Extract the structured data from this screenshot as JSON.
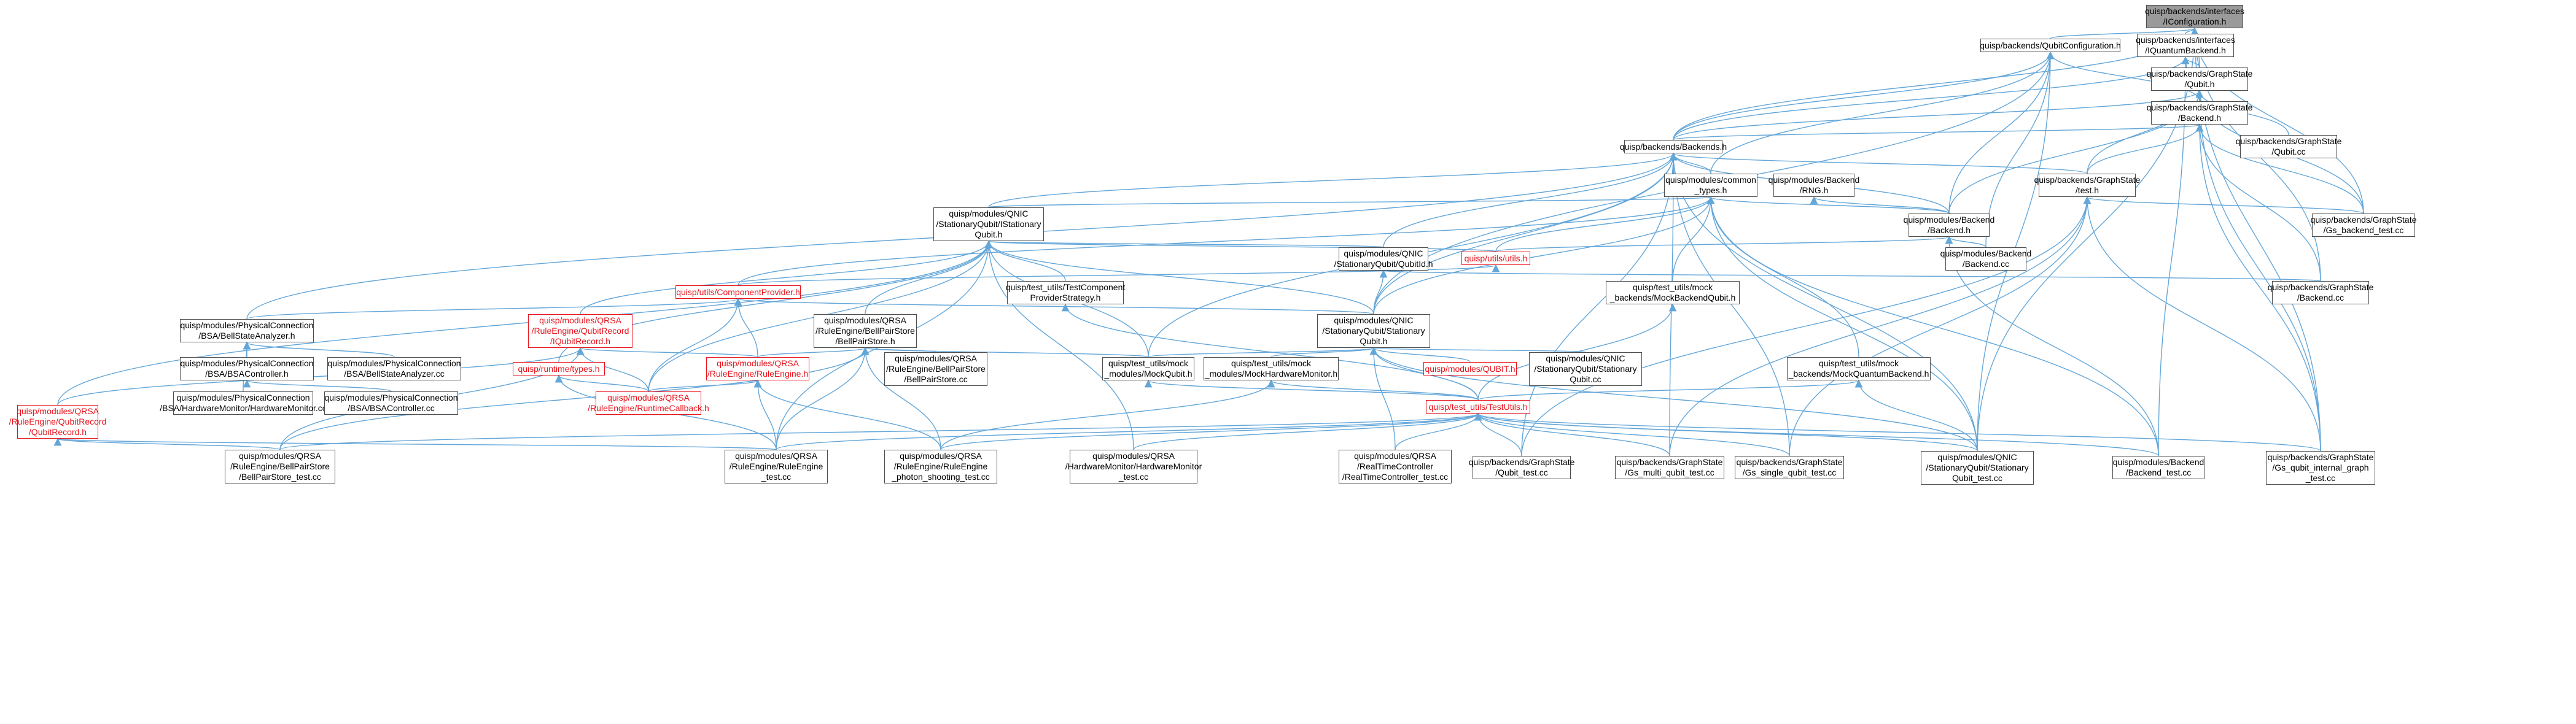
{
  "colors": {
    "edge": "#63a6d8",
    "border": "#4d4d4d",
    "root_fill": "#9a9a9a",
    "red": "#e8121b",
    "background": "#ffffff"
  },
  "nodes": {
    "iconfig": "quisp/backends/interfaces\n/IConfiguration.h",
    "qubitconfig": "quisp/backends/QubitConfiguration.h",
    "iquantum": "quisp/backends/interfaces\n/IQuantumBackend.h",
    "gsqubit_h": "quisp/backends/GraphState\n/Qubit.h",
    "gsbackend_h": "quisp/backends/GraphState\n/Backend.h",
    "backends_h": "quisp/backends/Backends.h",
    "gsqubit_cc": "quisp/backends/GraphState\n/Qubit.cc",
    "common_types": "quisp/modules/common\n_types.h",
    "rng": "quisp/modules/Backend\n/RNG.h",
    "gstest_h": "quisp/backends/GraphState\n/test.h",
    "sqsq": "quisp/modules/QNIC\n/StationaryQubit/IStationary\nQubit.h",
    "mod_backend_h": "quisp/modules/Backend\n/Backend.h",
    "gs_backend_test": "quisp/backends/GraphState\n/Gs_backend_test.cc",
    "qnic_qubitid": "quisp/modules/QNIC\n/StationaryQubit/QubitId.h",
    "utils_h": "quisp/utils/utils.h",
    "mod_backend_cc": "quisp/modules/Backend\n/Backend.cc",
    "tu_cps": "quisp/test_utils/TestComponent\nProviderStrategy.h",
    "component_provider": "quisp/utils/ComponentProvider.h",
    "mock_backend_qubit": "quisp/test_utils/mock\n_backends/MockBackendQubit.h",
    "gsbackend_cc": "quisp/backends/GraphState\n/Backend.cc",
    "bsa_analyzer_h": "quisp/modules/PhysicalConnection\n/BSA/BellStateAnalyzer.h",
    "iqubitrecord": "quisp/modules/QRSA\n/RuleEngine/QubitRecord\n/IQubitRecord.h",
    "bellpair_h": "quisp/modules/QRSA\n/RuleEngine/BellPairStore\n/BellPairStore.h",
    "stationary_qubit_h": "quisp/modules/QNIC\n/StationaryQubit/Stationary\nQubit.h",
    "bsa_controller_h": "quisp/modules/PhysicalConnection\n/BSA/BSAController.h",
    "bsa_analyzer_cc": "quisp/modules/PhysicalConnection\n/BSA/BellStateAnalyzer.cc",
    "runtime_types": "quisp/runtime/types.h",
    "rule_engine_h": "quisp/modules/QRSA\n/RuleEngine/RuleEngine.h",
    "bellpair_cc": "quisp/modules/QRSA\n/RuleEngine/BellPairStore\n/BellPairStore.cc",
    "mock_qubit": "quisp/test_utils/mock\n_modules/MockQubit.h",
    "mock_hwmon": "quisp/test_utils/mock\n_modules/MockHardwareMonitor.h",
    "qubit_mod": "quisp/modules/QUBIT.h",
    "sq_cc": "quisp/modules/QNIC\n/StationaryQubit/Stationary\nQubit.cc",
    "mock_quantum_backend": "quisp/test_utils/mock\n_backends/MockQuantumBackend.h",
    "hwmon_cc": "quisp/modules/PhysicalConnection\n/BSA/HardwareMonitor/HardwareMonitor.cc",
    "bsa_controller_cc": "quisp/modules/PhysicalConnection\n/BSA/BSAController.cc",
    "runtime_callback": "quisp/modules/QRSA\n/RuleEngine/RuntimeCallback.h",
    "test_utils": "quisp/test_utils/TestUtils.h",
    "qubitrecord_h": "quisp/modules/QRSA\n/RuleEngine/QubitRecord\n/QubitRecord.h",
    "bellpair_test": "quisp/modules/QRSA\n/RuleEngine/BellPairStore\n/BellPairStore_test.cc",
    "rule_engine_test": "quisp/modules/QRSA\n/RuleEngine/RuleEngine\n_test.cc",
    "rule_engine_photon_test": "quisp/modules/QRSA\n/RuleEngine/RuleEngine\n_photon_shooting_test.cc",
    "hwmon_test": "quisp/modules/QRSA\n/HardwareMonitor/HardwareMonitor\n_test.cc",
    "rtc_test": "quisp/modules/QRSA\n/RealTimeController\n/RealTimeController_test.cc",
    "gs_qubit_test": "quisp/backends/GraphState\n/Qubit_test.cc",
    "gs_multi_test": "quisp/backends/GraphState\n/Gs_multi_qubit_test.cc",
    "gs_single_test": "quisp/backends/GraphState\n/Gs_single_qubit_test.cc",
    "sq_test": "quisp/modules/QNIC\n/StationaryQubit/Stationary\nQubit_test.cc",
    "backend_test": "quisp/modules/Backend\n/Backend_test.cc",
    "gs_internal_graph_test": "quisp/backends/GraphState\n/Gs_qubit_internal_graph\n_test.cc"
  }
}
